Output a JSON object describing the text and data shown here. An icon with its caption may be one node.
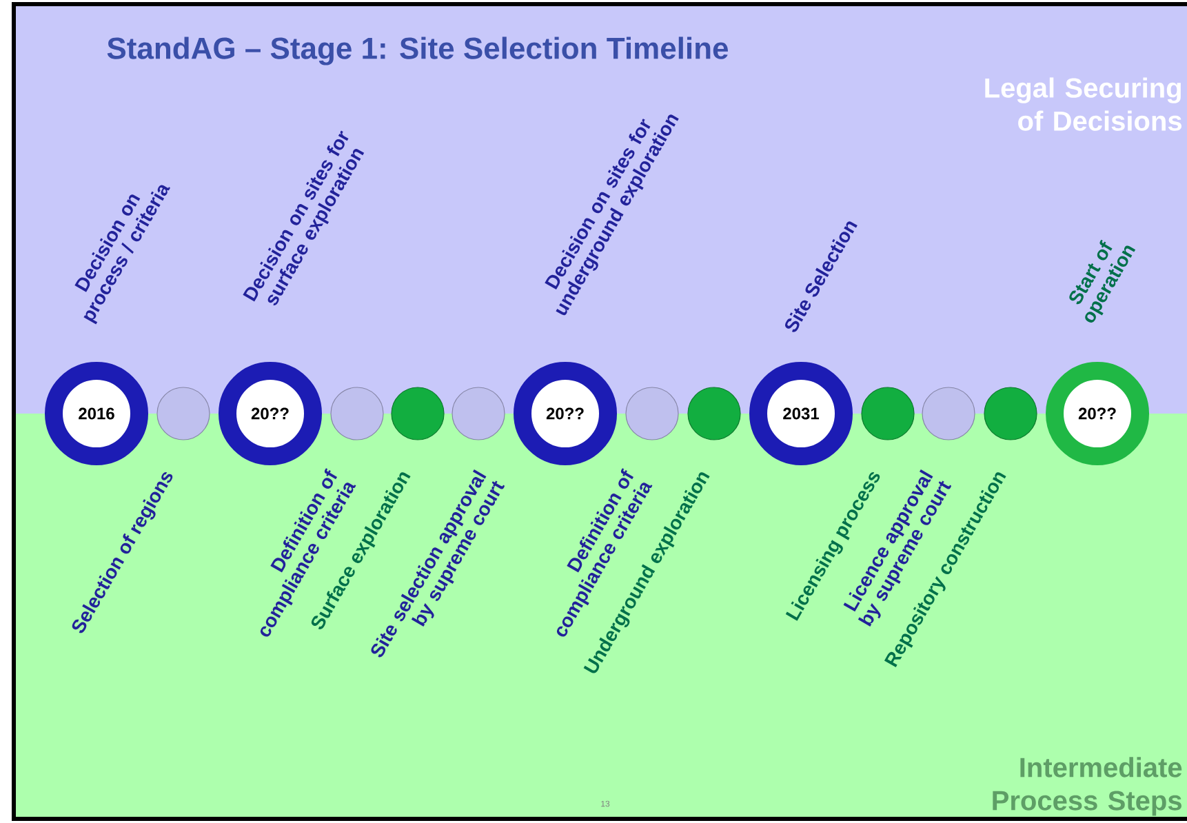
{
  "diagram": {
    "title": "StandAG – Stage 1: Site Selection Timeline",
    "nodes": [
      {
        "text": [
          "2016"
        ],
        "beside": [
          "Decision on process / criteria"
        ]
      },
      {
        "text": [],
        "shape": "circle"
      },
      {
        "text": [
          "20??"
        ],
        "beside": [
          "Decision on sites for surface exploration"
        ]
      },
      {
        "text": [],
        "shape": "circle"
      },
      {
        "text": [],
        "shape": "circle"
      },
      {
        "text": [],
        "shape": "circle"
      },
      {
        "text": [
          "20??"
        ],
        "beside": [
          "Decision on sites for underground exploration"
        ]
      },
      {
        "text": [],
        "shape": "circle"
      },
      {
        "text": [],
        "shape": "circle"
      },
      {
        "text": [
          "2031"
        ],
        "beside": [
          "Site Selection"
        ]
      },
      {
        "text": [],
        "shape": "circle"
      },
      {
        "text": [],
        "shape": "circle"
      },
      {
        "text": [],
        "shape": "circle"
      },
      {
        "text": [
          "20??"
        ],
        "beside": [
          "Start of operation"
        ]
      }
    ],
    "labels": [
      "Legal Securing of Decisions",
      "Selection of regions",
      "Definition of compliance criteria",
      "Surface exploration",
      "Site selection approval by supreme court",
      "Definition of compliance criteria",
      "Underground exploration",
      "Licensing process",
      "Licence approval by supreme court",
      "Repository construction",
      "Intermediate Process Steps",
      "13"
    ]
  }
}
